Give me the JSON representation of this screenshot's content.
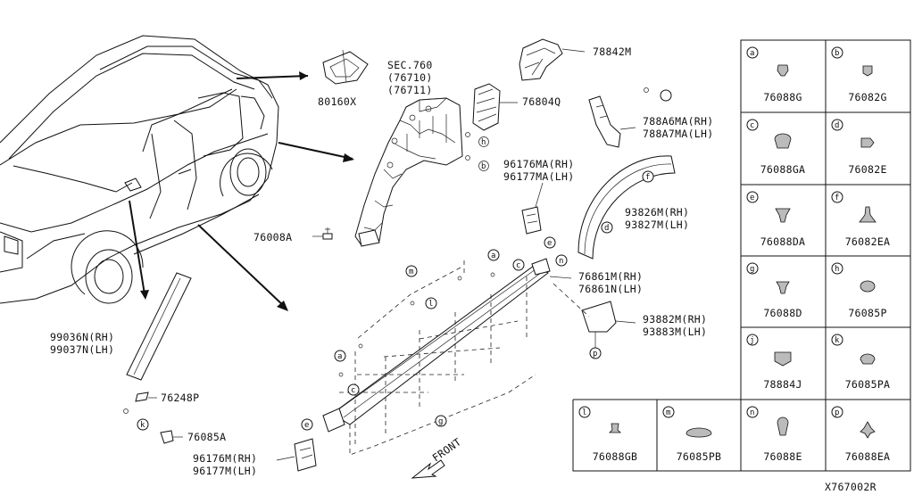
{
  "diagram_code": "X767002R",
  "front_label": "FRONT",
  "labels": {
    "p80160X": "80160X",
    "sec760": "SEC.760",
    "p76710": "(76710)",
    "p76711": "(76711)",
    "p78842M": "78842M",
    "p76804Q": "76804Q",
    "p788A6MA": "788A6MA(RH)",
    "p788A7MA": "788A7MA(LH)",
    "p96176MA": "96176MA(RH)",
    "p96177MA": "96177MA(LH)",
    "p93826M": "93826M(RH)",
    "p93827M": "93827M(LH)",
    "p76008A": "76008A",
    "p76861M": "76861M(RH)",
    "p76861N": "76861N(LH)",
    "p93882M": "93882M(RH)",
    "p93883M": "93883M(LH)",
    "p99036N": "99036N(RH)",
    "p99037N": "99037N(LH)",
    "p76248P": "76248P",
    "p76085A": "76085A",
    "p96176M": "96176M(RH)",
    "p96177M": "96177M(LH)"
  },
  "callouts": {
    "a": "a",
    "b": "b",
    "c": "c",
    "d": "d",
    "e": "e",
    "f": "f",
    "g": "g",
    "h": "h",
    "j": "j",
    "k": "k",
    "l": "l",
    "m": "m",
    "n": "n",
    "p": "p"
  },
  "legend": [
    {
      "letter": "a",
      "part": "76088G"
    },
    {
      "letter": "b",
      "part": "76082G"
    },
    {
      "letter": "c",
      "part": "76088GA"
    },
    {
      "letter": "d",
      "part": "76082E"
    },
    {
      "letter": "e",
      "part": "76088DA"
    },
    {
      "letter": "f",
      "part": "76082EA"
    },
    {
      "letter": "g",
      "part": "76088D"
    },
    {
      "letter": "h",
      "part": "76085P"
    },
    {
      "letter": "j",
      "part": "78884J"
    },
    {
      "letter": "k",
      "part": "76085PA"
    },
    {
      "letter": "l",
      "part": "76088GB"
    },
    {
      "letter": "m",
      "part": "76085PB"
    },
    {
      "letter": "n",
      "part": "76088E"
    },
    {
      "letter": "p",
      "part": "76088EA"
    }
  ]
}
